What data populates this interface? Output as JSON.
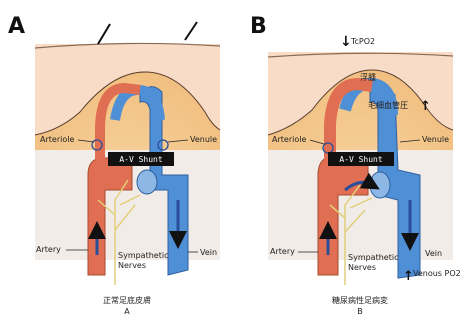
{
  "panels": [
    {
      "letter": "A",
      "labels": {
        "arteriole": "Arteriole",
        "venule": "Venule",
        "shunt": "A-V Shunt",
        "artery": "Artery",
        "nerves_line1": "Sympathetic",
        "nerves_line2": "Nerves",
        "vein": "Vein"
      },
      "caption_line1": "正常足底皮膚",
      "caption_line2": "A"
    },
    {
      "letter": "B",
      "labels": {
        "tcpo2": "TcPO2",
        "capillary": "浮腫",
        "capillary_pressure": "毛細血管圧",
        "arteriole": "Arteriole",
        "venule": "Venule",
        "shunt": "A-V Shunt",
        "artery": "Artery",
        "nerves_line1": "Sympathetic",
        "nerves_line2": "Nerves",
        "vein": "Vein",
        "venous_po2": "Venous PO2"
      },
      "caption_line1": "糖尿病性足病変",
      "caption_line2": "B"
    }
  ],
  "colors": {
    "artery": "#e06e52",
    "vein": "#4f8fd6",
    "skin": "#f8d9c4",
    "fat": "#f3c98f",
    "nerve": "#e8d88a",
    "shunt_box": "#111111"
  }
}
